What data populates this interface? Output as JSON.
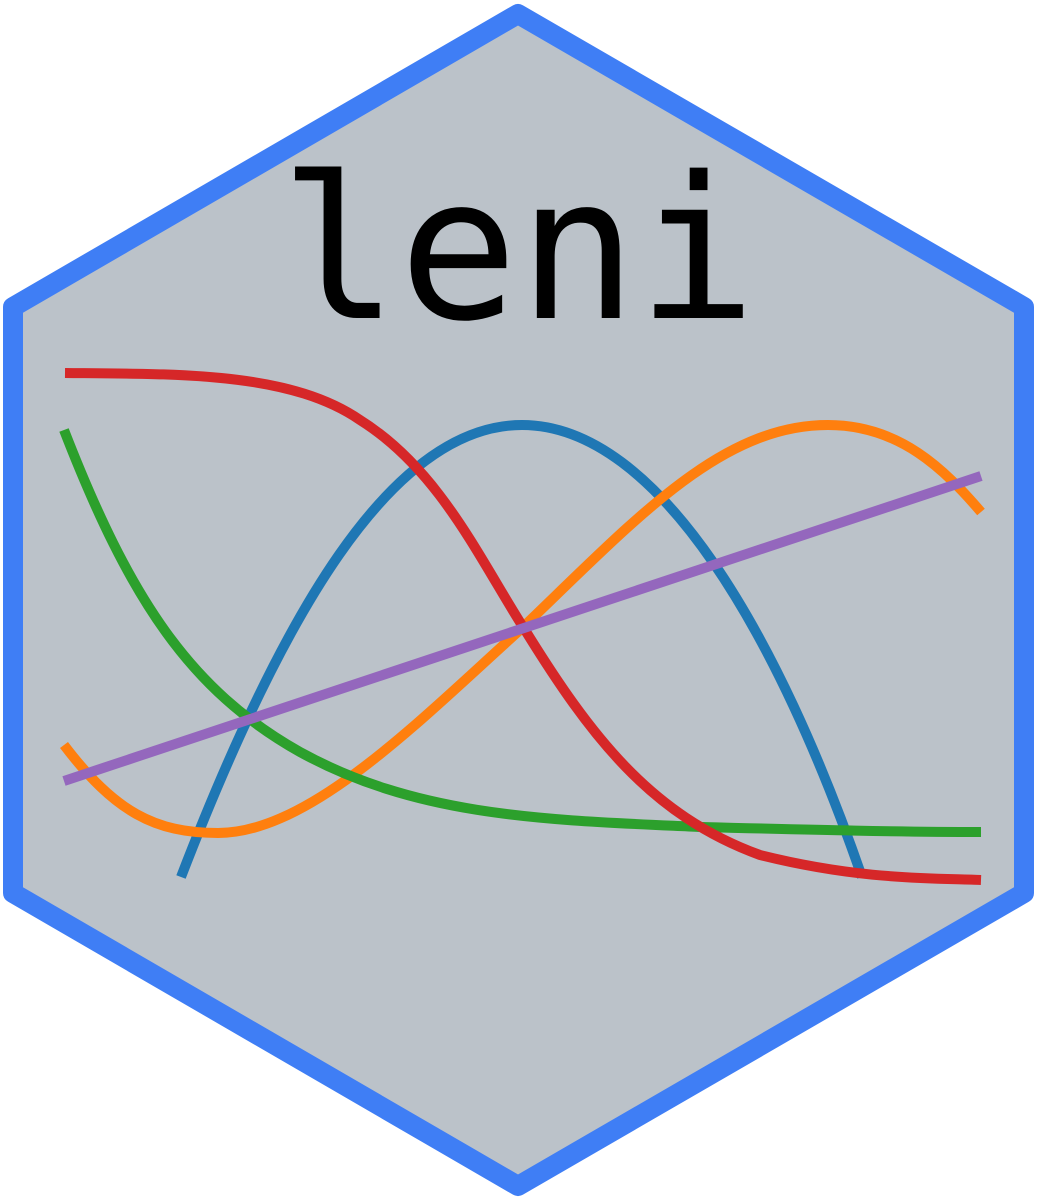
{
  "logo": {
    "title": "leni",
    "colors": {
      "hex_fill": "#bbc2c9",
      "hex_border": "#3f7ef5",
      "text": "#000000"
    },
    "curves": [
      {
        "color": "#1f77b4",
        "shape": "rising-then-falling"
      },
      {
        "color": "#ff7f0e",
        "shape": "dip-then-rise-then-fall"
      },
      {
        "color": "#2ca02c",
        "shape": "decaying"
      },
      {
        "color": "#d62728",
        "shape": "sigmoid-decreasing"
      },
      {
        "color": "#9467bd",
        "shape": "linear-increasing"
      }
    ]
  }
}
